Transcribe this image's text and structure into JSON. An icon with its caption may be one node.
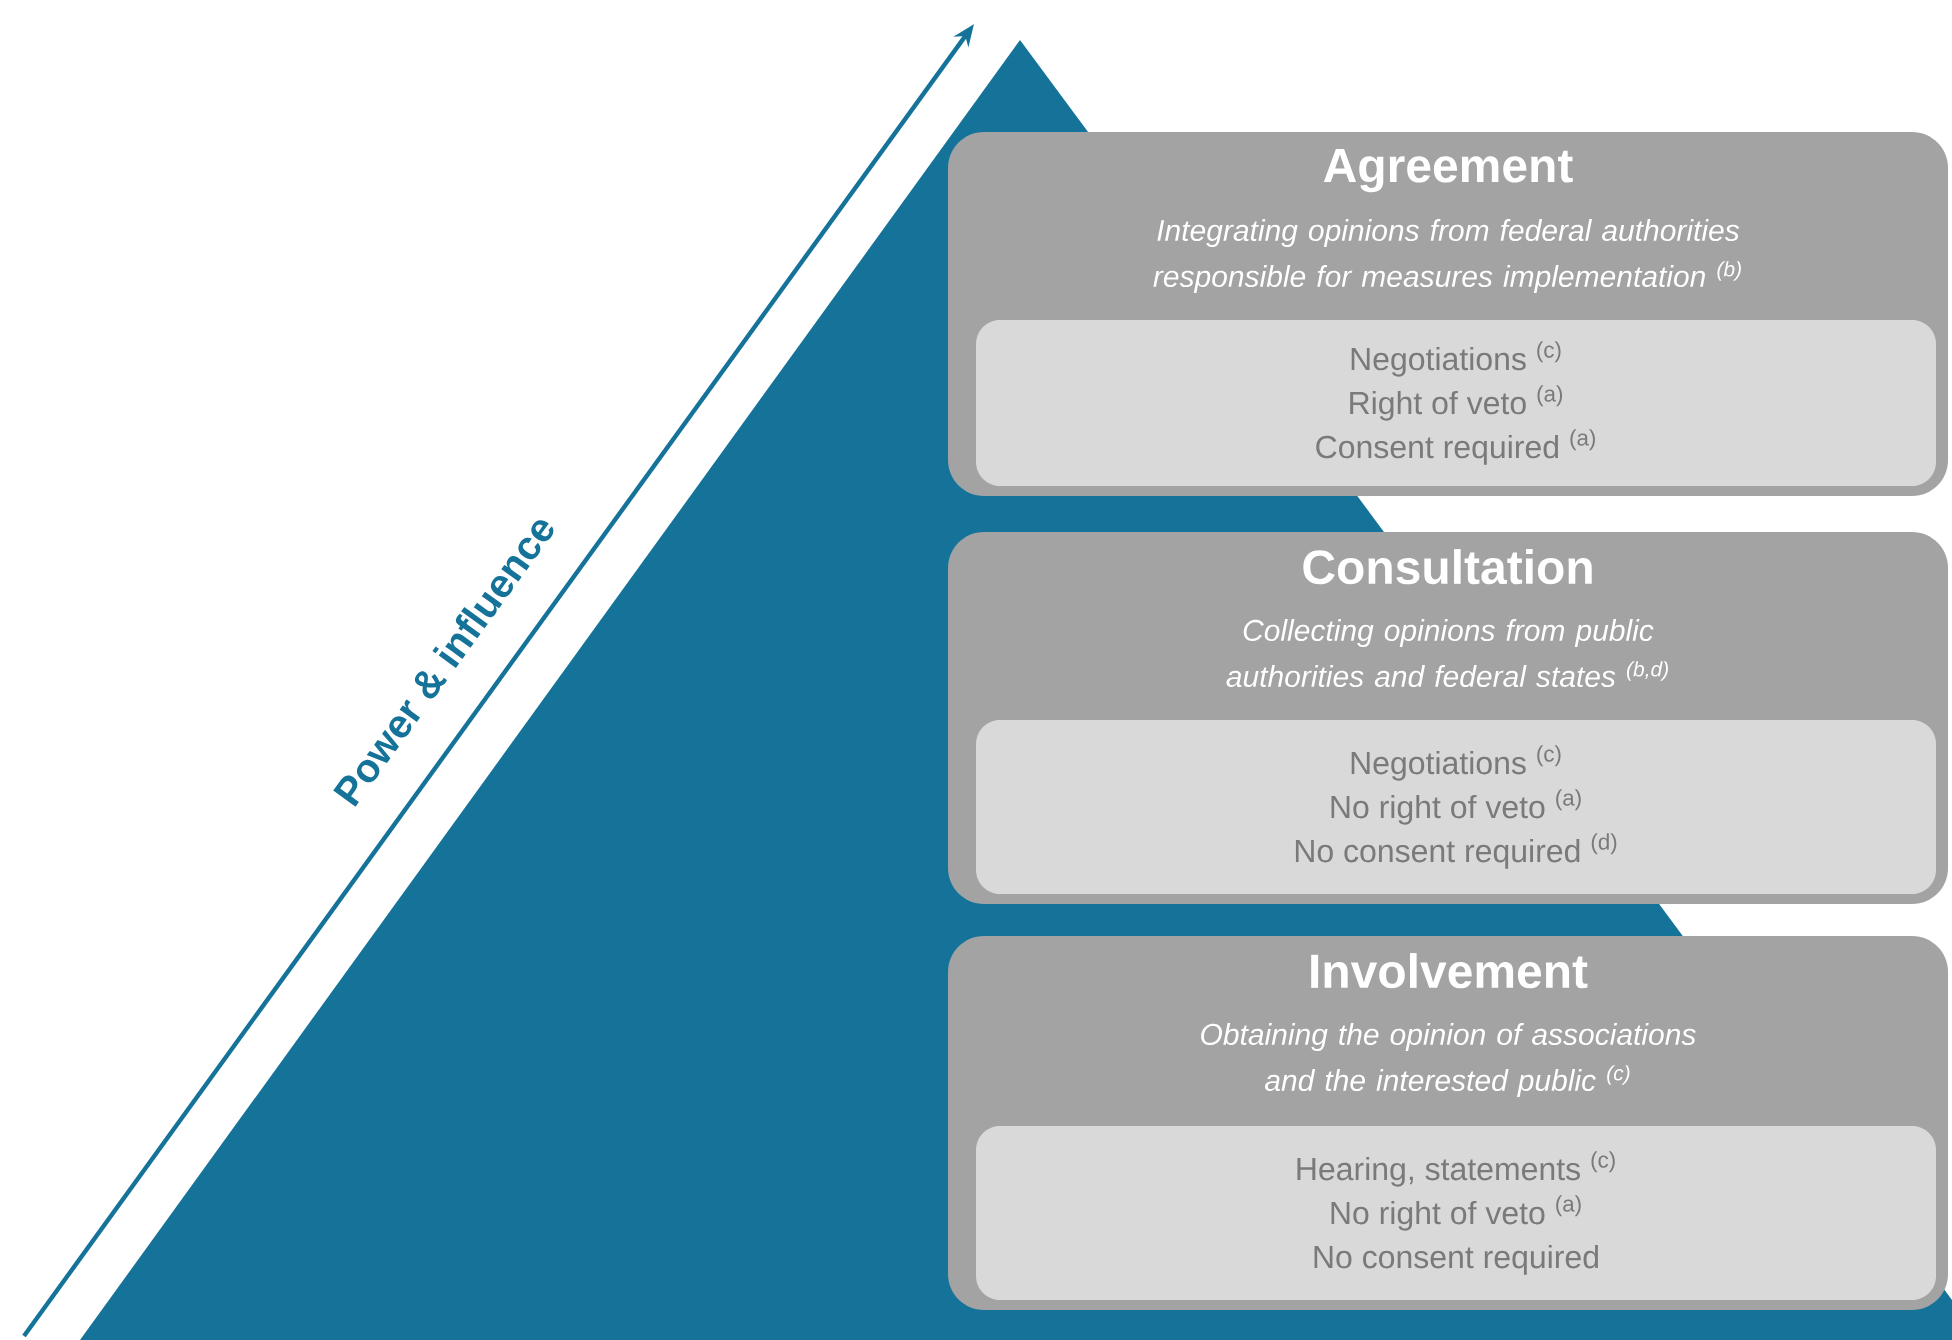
{
  "diagram": {
    "nodes": [
      {
        "text": [
          "Agreement",
          "Integrating opinions from federal authorities responsible for measures implementation $^{(b)}$"
        ]
      },
      {
        "text": [
          "Negotiations $^{(c)}$",
          "Right of veto $^{(a)}$",
          "Consent required $^{(a)}$"
        ],
        "in": 0
      },
      {
        "text": [
          "Consultation",
          "Collecting opinions from public authorities and federal states $^{(b,d)}$"
        ]
      },
      {
        "text": [
          "Negotiations $^{(c)}$",
          "No right of veto $^{(a)}$",
          "No consent required $^{(d)}$"
        ],
        "in": 2
      },
      {
        "text": [
          "Involvement",
          "Obtaining the opinion of associations and the interested public $^{(c)}$"
        ]
      },
      {
        "text": [
          "Hearing, statements $^{(c)}$",
          "No right of veto $^{(a)}$",
          "No consent required"
        ],
        "in": 4
      }
    ],
    "labels": [
      "Power & influence"
    ]
  }
}
